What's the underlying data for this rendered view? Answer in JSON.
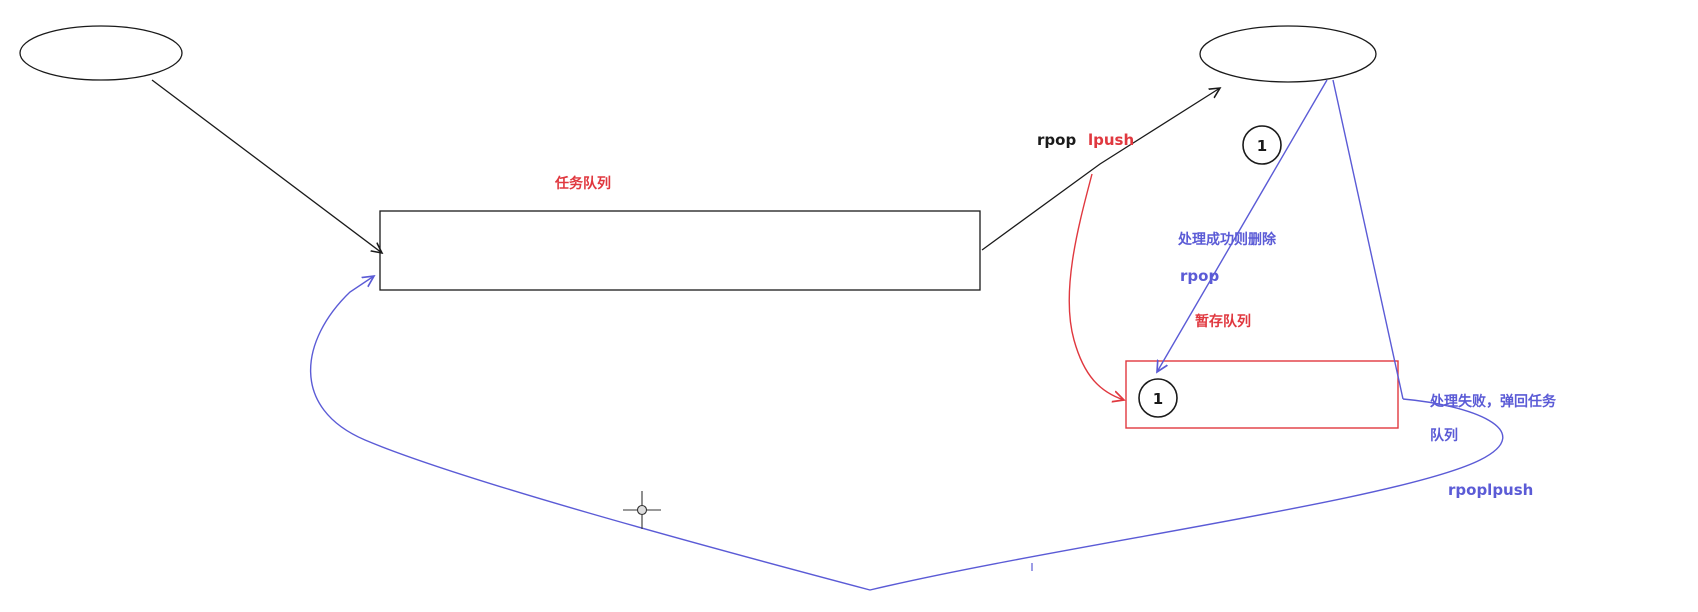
{
  "labels": {
    "task_queue": "任务队列",
    "rpop": "rpop",
    "lpush": "lpush",
    "success_delete": "处理成功则删除",
    "rpop_blue": "rpop",
    "temp_queue": "暂存队列",
    "fail_return_line1": "处理失败，弹回任务",
    "fail_return_line2": "队列",
    "rpoplpush": "rpoplpush",
    "badge_top": "1",
    "badge_bottom": "1"
  },
  "colors": {
    "black": "#1a1a1a",
    "red": "#e0383f",
    "blue": "#5b5bd6",
    "circle_fill": "#ffffff"
  }
}
